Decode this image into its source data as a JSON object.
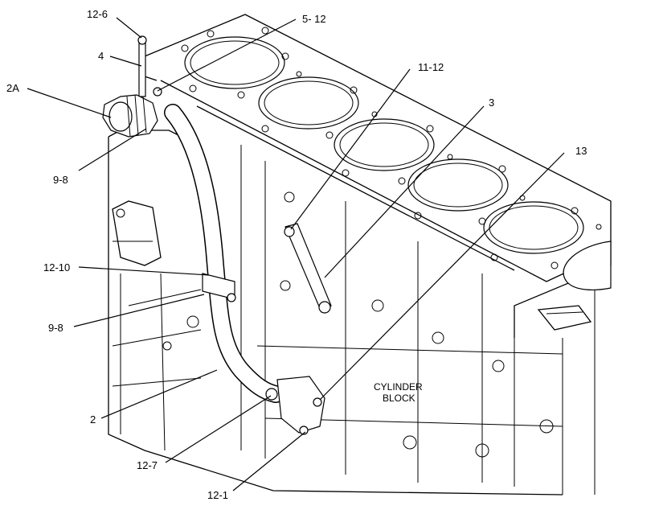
{
  "diagram": {
    "block_label_line1": "CYLINDER",
    "block_label_line2": "BLOCK",
    "callouts": {
      "c_12_6": "12-6",
      "c_4": "4",
      "c_5_12": "5- 12",
      "c_2a": "2A",
      "c_11_12": "11-12",
      "c_3": "3",
      "c_13": "13",
      "c_9_8_top": "9-8",
      "c_12_10": "12-10",
      "c_9_8_mid": "9-8",
      "c_2": "2",
      "c_12_7": "12-7",
      "c_12_1": "12-1"
    }
  }
}
